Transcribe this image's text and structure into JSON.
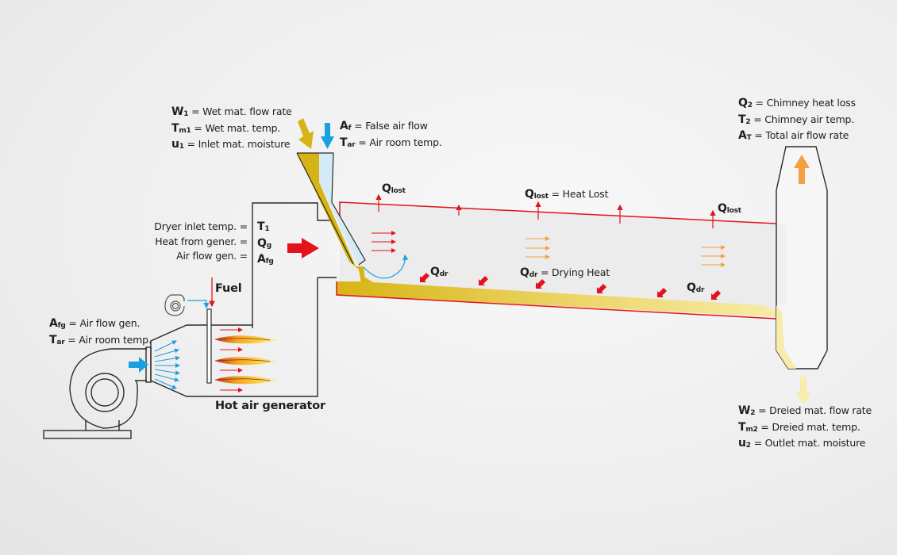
{
  "colors": {
    "material": "#d6b416",
    "material_light": "#f7eba8",
    "air_cold": "#19a0e0",
    "air_cold_fill": "#d4eaf6",
    "heat_red": "#e2131b",
    "hot_air_orange": "#f5a040",
    "outline": "#2b2b2b",
    "dryer_interior": "#eeeeee"
  },
  "inlet_material": [
    {
      "symbol": "W",
      "sub": "1",
      "text": "= Wet mat. flow rate"
    },
    {
      "symbol": "T",
      "sub": "m1",
      "text": "= Wet mat. temp."
    },
    {
      "symbol": "u",
      "sub": "1",
      "text": "= Inlet mat. moisture"
    }
  ],
  "false_air": [
    {
      "symbol": "A",
      "sub": "f",
      "text": "= False air flow"
    },
    {
      "symbol": "T",
      "sub": "ar",
      "text": "= Air room temp."
    }
  ],
  "chimney": [
    {
      "symbol": "Q",
      "sub": "2",
      "text": "= Chimney heat loss"
    },
    {
      "symbol": "T",
      "sub": "2",
      "text": "= Chimney air temp."
    },
    {
      "symbol": "A",
      "sub": "T",
      "text": "= Total air flow rate"
    }
  ],
  "dryer_inlet": [
    {
      "label": "Dryer inlet temp. =",
      "symbol": "T",
      "sub": "1"
    },
    {
      "label": "Heat from gener. =",
      "symbol": "Q",
      "sub": "g"
    },
    {
      "label": "Air flow gen. =",
      "symbol": "A",
      "sub": "fg"
    }
  ],
  "fuel_label": "Fuel",
  "fan": [
    {
      "symbol": "A",
      "sub": "fg",
      "text": "= Air flow gen."
    },
    {
      "symbol": "T",
      "sub": "ar",
      "text": "= Air room temp."
    }
  ],
  "generator_label": "Hot air generator",
  "heat_lost": {
    "symbol": "Q",
    "sub": "lost",
    "text": "= Heat Lost"
  },
  "qlost_short": {
    "symbol": "Q",
    "sub": "lost"
  },
  "drying_heat": {
    "symbol": "Q",
    "sub": "dr",
    "text": "= Drying Heat"
  },
  "qdr_short": {
    "symbol": "Q",
    "sub": "dr"
  },
  "outlet_material": [
    {
      "symbol": "W",
      "sub": "2",
      "text": "= Dreied mat. flow rate"
    },
    {
      "symbol": "T",
      "sub": "m2",
      "text": "= Dreied mat. temp."
    },
    {
      "symbol": "u",
      "sub": "2",
      "text": "= Outlet mat. moisture"
    }
  ]
}
